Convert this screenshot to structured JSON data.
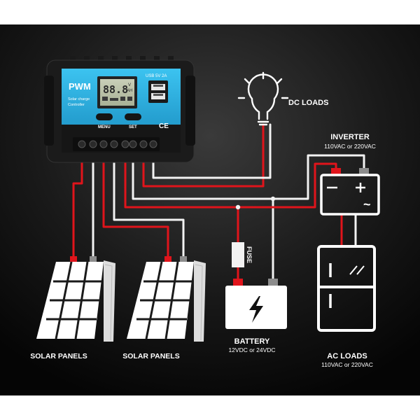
{
  "controller": {
    "brand": "PWM",
    "subtitle_line1": "Solar charge",
    "subtitle_line2": "Controller",
    "usb_label": "USB 5V 2A",
    "lcd_digits": "88.8",
    "lcd_unit_top": "V",
    "lcd_unit_bottom": "AH",
    "menu_label": "MENU",
    "set_label": "SET",
    "ce_mark": "CE"
  },
  "dc_loads": {
    "title": "DC LOADS",
    "icon": "lightbulb-icon"
  },
  "inverter": {
    "title": "INVERTER",
    "spec": "110VAC or 220VAC",
    "ac_symbol": "~",
    "dc_symbol": "— +"
  },
  "fuse": {
    "label": "FUSE"
  },
  "battery": {
    "title": "BATTERY",
    "spec": "12VDC or 24VDC",
    "icon": "lightning-icon"
  },
  "ac_loads": {
    "title": "AC LOADS",
    "spec": "110VAC or 220VAC",
    "icon": "refrigerator-icon"
  },
  "solar_panels": [
    {
      "label": "SOLAR PANELS"
    },
    {
      "label": "SOLAR PANELS"
    }
  ],
  "colors": {
    "background": "#0d0d0d",
    "controller_blue": "#27aee0",
    "wire_red": "#e0141b",
    "wire_white": "#f2f2f2",
    "terminal_red": "#e0141b",
    "terminal_gray": "#8c8c8c"
  }
}
